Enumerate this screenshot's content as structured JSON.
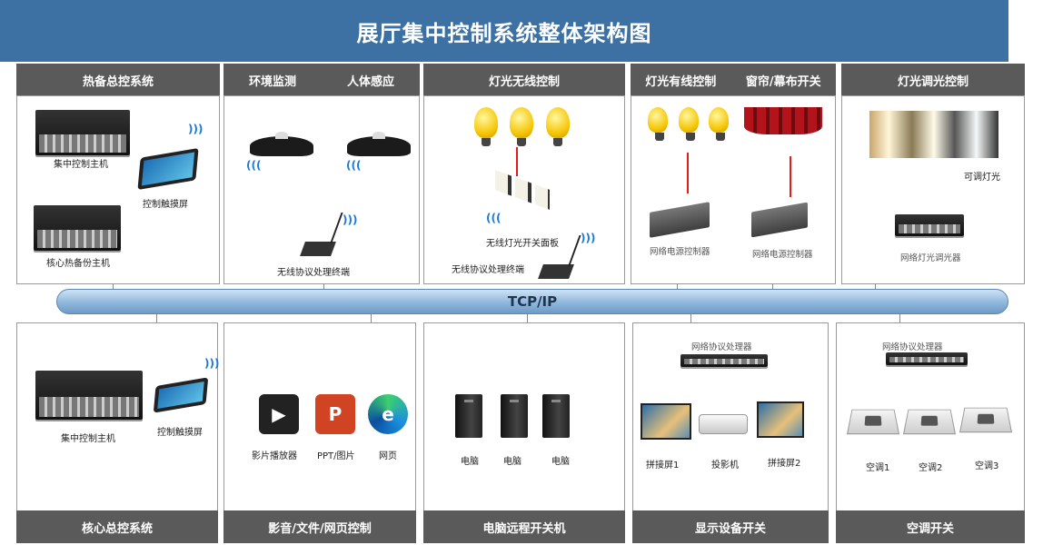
{
  "title": "展厅集中控制系统整体架构图",
  "network_label": "TCP/IP",
  "top": [
    {
      "header": "热备总控系统",
      "items": [
        "集中控制主机",
        "控制触摸屏",
        "核心热备份主机"
      ]
    },
    {
      "header_a": "环境监测",
      "header_b": "人体感应",
      "items": [
        "无线协议处理终端"
      ]
    },
    {
      "header": "灯光无线控制",
      "items": [
        "无线灯光开关面板",
        "无线协议处理终端"
      ]
    },
    {
      "header_a": "灯光有线控制",
      "header_b": "窗帘/幕布开关",
      "items": [
        "网络电源控制器",
        "网络电源控制器"
      ]
    },
    {
      "header": "灯光调光控制",
      "items": [
        "可调灯光",
        "网络灯光调光器"
      ]
    }
  ],
  "bottom": [
    {
      "footer": "核心总控系统",
      "items": [
        "集中控制主机",
        "控制触摸屏"
      ]
    },
    {
      "footer": "影音/文件/网页控制",
      "items": [
        "影片播放器",
        "PPT/图片",
        "网页"
      ]
    },
    {
      "footer": "电脑远程开关机",
      "items": [
        "电脑",
        "电脑",
        "电脑"
      ]
    },
    {
      "footer": "显示设备开关",
      "device": "网络协议处理器",
      "items": [
        "拼接屏1",
        "投影机",
        "拼接屏2"
      ]
    },
    {
      "footer": "空调开关",
      "device": "网络协议处理器",
      "items": [
        "空调1",
        "空调2",
        "空调3"
      ]
    }
  ],
  "colors": {
    "title_bg": "#3e71a3",
    "header_bg": "#5a5a5a",
    "wire": "#e21b1b",
    "wifi": "#1a7ad9"
  }
}
